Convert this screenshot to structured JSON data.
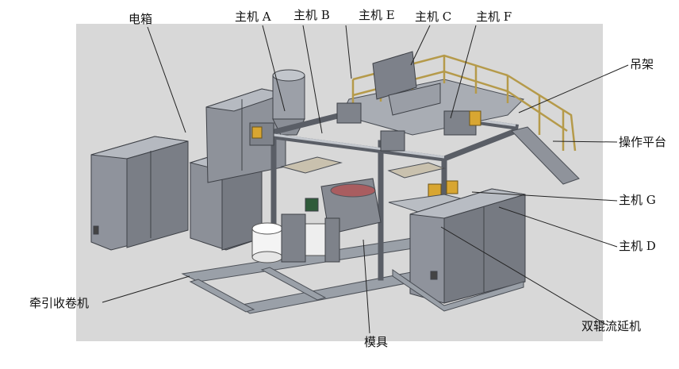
{
  "labels": {
    "electric_box": "电箱",
    "host_a": "主机 A",
    "host_b": "主机 B",
    "host_e": "主机 E",
    "host_c": "主机 C",
    "host_f": "主机 F",
    "hanger": "吊架",
    "operation_platform": "操作平台",
    "host_g": "主机 G",
    "host_d": "主机 D",
    "traction_winder": "牵引收卷机",
    "die": "模具",
    "twin_roll_casting": "双辊流延机"
  },
  "colors": {
    "background_panel": "#d9d9d9",
    "cabinet": "#8f939c",
    "cabinet_dark": "#6f737b",
    "frame": "#a7abb3",
    "railing": "#b59a4a",
    "motor": "#d8a632",
    "roll_white": "#f4f4f4",
    "leader_line": "#222222"
  }
}
